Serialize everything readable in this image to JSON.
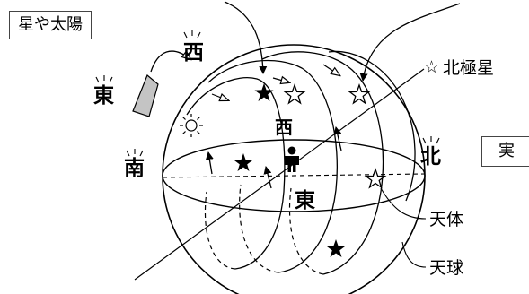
{
  "labels": {
    "stars_and_sun": "星や太陽",
    "polaris": "北極星",
    "celestial_body": "天体",
    "celestial_sphere": "天球",
    "actual": "実",
    "north": "北",
    "south": "南",
    "west_top": "西",
    "west_center": "西",
    "east_outer": "東",
    "east_center": "東"
  },
  "icons": {
    "polaris_marker": "☆",
    "observer": "person-icon",
    "sun": "sun-icon"
  }
}
